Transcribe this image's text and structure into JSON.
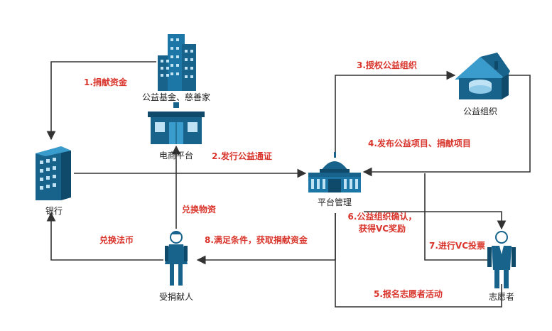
{
  "colors": {
    "icon_main": "#17638c",
    "icon_light": "#3a9ccc",
    "icon_dark": "#0f4a6b",
    "step_text": "#d9342b",
    "line": "#333333"
  },
  "nodes": {
    "foundation": {
      "label": "公益基金、慈善家",
      "icon": "office-towers-icon"
    },
    "ecommerce": {
      "label": "电商平台",
      "icon": "storefront-icon"
    },
    "bank": {
      "label": "银行",
      "icon": "bank-building-icon"
    },
    "platform": {
      "label": "平台管理",
      "icon": "government-building-icon"
    },
    "charity_org": {
      "label": "公益组织",
      "icon": "house-router-icon"
    },
    "recipient": {
      "label": "受捐献人",
      "icon": "woman-person-icon"
    },
    "volunteer": {
      "label": "志愿者",
      "icon": "man-person-icon"
    }
  },
  "steps": {
    "s1": "1.捐献资金",
    "s2": "2.发行公益通证",
    "s3": "3.授权公益组织",
    "s4": "4.发布公益项目、捐献项目",
    "s5": "5.报名志愿者活动",
    "s6_line1": "6.公益组织确认，",
    "s6_line2": "获得VC奖励",
    "s7": "7.进行VC投票",
    "s8": "8.满足条件，获取捐献资金",
    "exchange_goods": "兑换物资",
    "exchange_fiat": "兑换法币"
  }
}
